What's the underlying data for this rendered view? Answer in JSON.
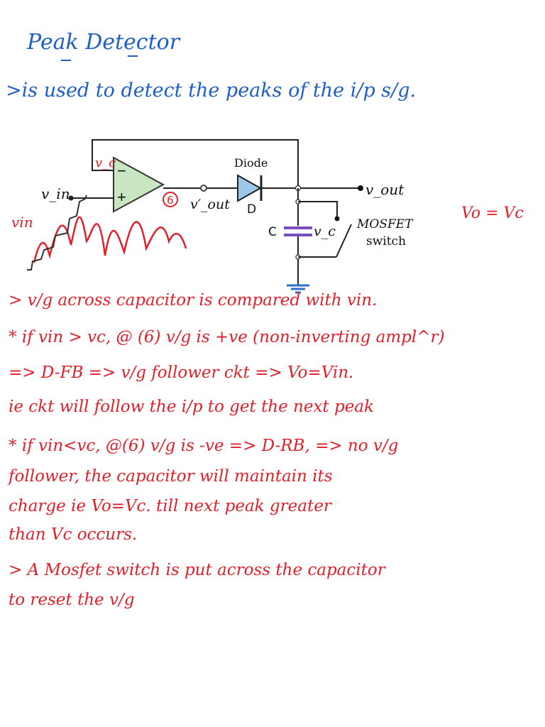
{
  "title": "Peak Detector",
  "intro": ">is used to detect the peaks of the i/p s/g.",
  "diagram": {
    "opamp_minus": "−",
    "opamp_plus": "+",
    "vin_label": "v_in",
    "vout_prime_label": "v′_out",
    "diode_label": "Diode",
    "diode_letter": "D",
    "vout_label": "v_out",
    "cap_label": "C",
    "vc_label": "v_c",
    "mosfet_label_1": "MOSFET",
    "mosfet_label_2": "switch",
    "vc_handwritten": "v_c",
    "node_six": "6",
    "vin_handwritten": "vin",
    "vo_eq": "Vo = Vc"
  },
  "notes": [
    "> v/g across capacitor is  compared with vin.",
    "* if vin > vc, @ (6) v/g is +ve (non-inverting ampl^r)",
    "=> D-FB => v/g follower ckt => Vo=Vin.",
    "ie ckt will follow the i/p to get the next peak",
    "* if vin<vc, @(6) v/g is -ve => D-RB, => no v/g",
    "follower,  the capacitor will maintain its",
    "charge ie  Vo=Vc. till next peak greater",
    "than Vc  occurs.",
    "> A Mosfet switch is put across the capacitor",
    "to reset  the v/g"
  ]
}
